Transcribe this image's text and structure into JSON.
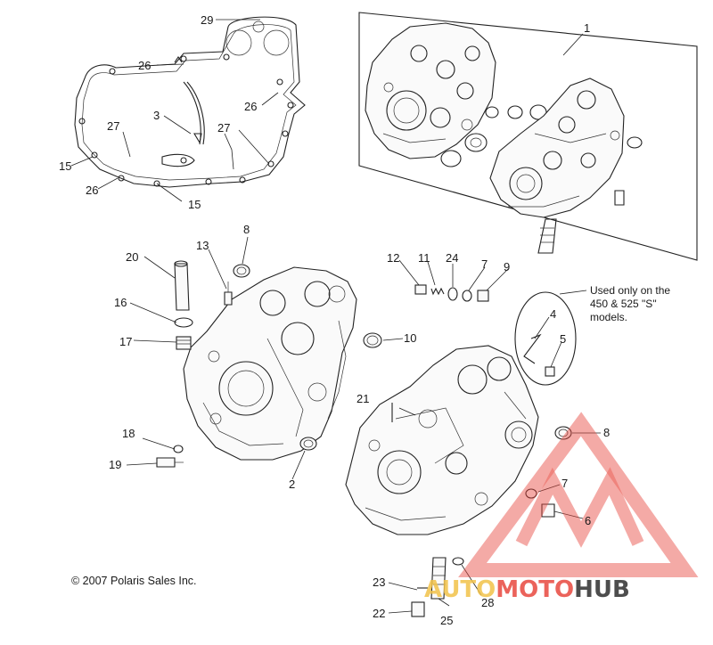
{
  "diagram": {
    "callouts": [
      "1",
      "2",
      "3",
      "4",
      "5",
      "6",
      "7",
      "8",
      "9",
      "10",
      "11",
      "12",
      "13",
      "15",
      "16",
      "17",
      "18",
      "19",
      "20",
      "21",
      "22",
      "23",
      "24",
      "25",
      "26",
      "27",
      "28",
      "29"
    ],
    "note": {
      "line1": "Used only on the",
      "line2": "450 & 525 \"S\"",
      "line3": "models."
    },
    "copyright": "© 2007 Polaris Sales Inc."
  },
  "watermark": {
    "part1": "AUTO",
    "part2": "MOTO",
    "part3": "HUB",
    "color_auto": "#f2c24a",
    "color_moto": "#e8483f",
    "color_hub": "#2e2e2e",
    "logo_color": "#e8483f"
  }
}
